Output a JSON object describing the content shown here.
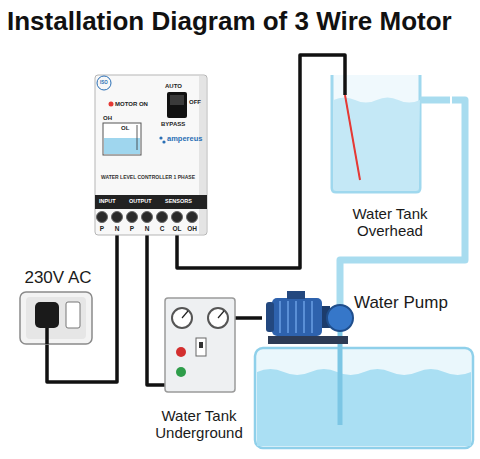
{
  "diagram": {
    "title": "Installation Diagram of 3 Wire Motor",
    "nodes": [
      {
        "text": [
          "MOTOR ON",
          "AUTO",
          "OFF",
          "BYPASS",
          "OH",
          "OL",
          "ampereus",
          "ISO",
          "WATER LEVEL CONTROLLER 1 PHASE",
          "INPUT",
          "OUTPUT",
          "SENSORS"
        ]
      },
      {
        "text": [
          "Water Tank Overhead"
        ]
      },
      {
        "text": [
          "230V AC"
        ]
      },
      {
        "text": [
          "Water Pump"
        ]
      },
      {
        "text": [
          "Water Tank Underground"
        ]
      }
    ],
    "edges": [
      {
        "from": 2,
        "to": 0,
        "arrow": "none"
      },
      {
        "from": 0,
        "to": 3,
        "arrow": "none"
      },
      {
        "from": 0,
        "to": 1,
        "arrow": "none"
      },
      {
        "from": 3,
        "to": 1,
        "arrow": "none"
      }
    ],
    "labels": [
      "P",
      "N",
      "P",
      "N",
      "C",
      "OL",
      "OH"
    ]
  }
}
